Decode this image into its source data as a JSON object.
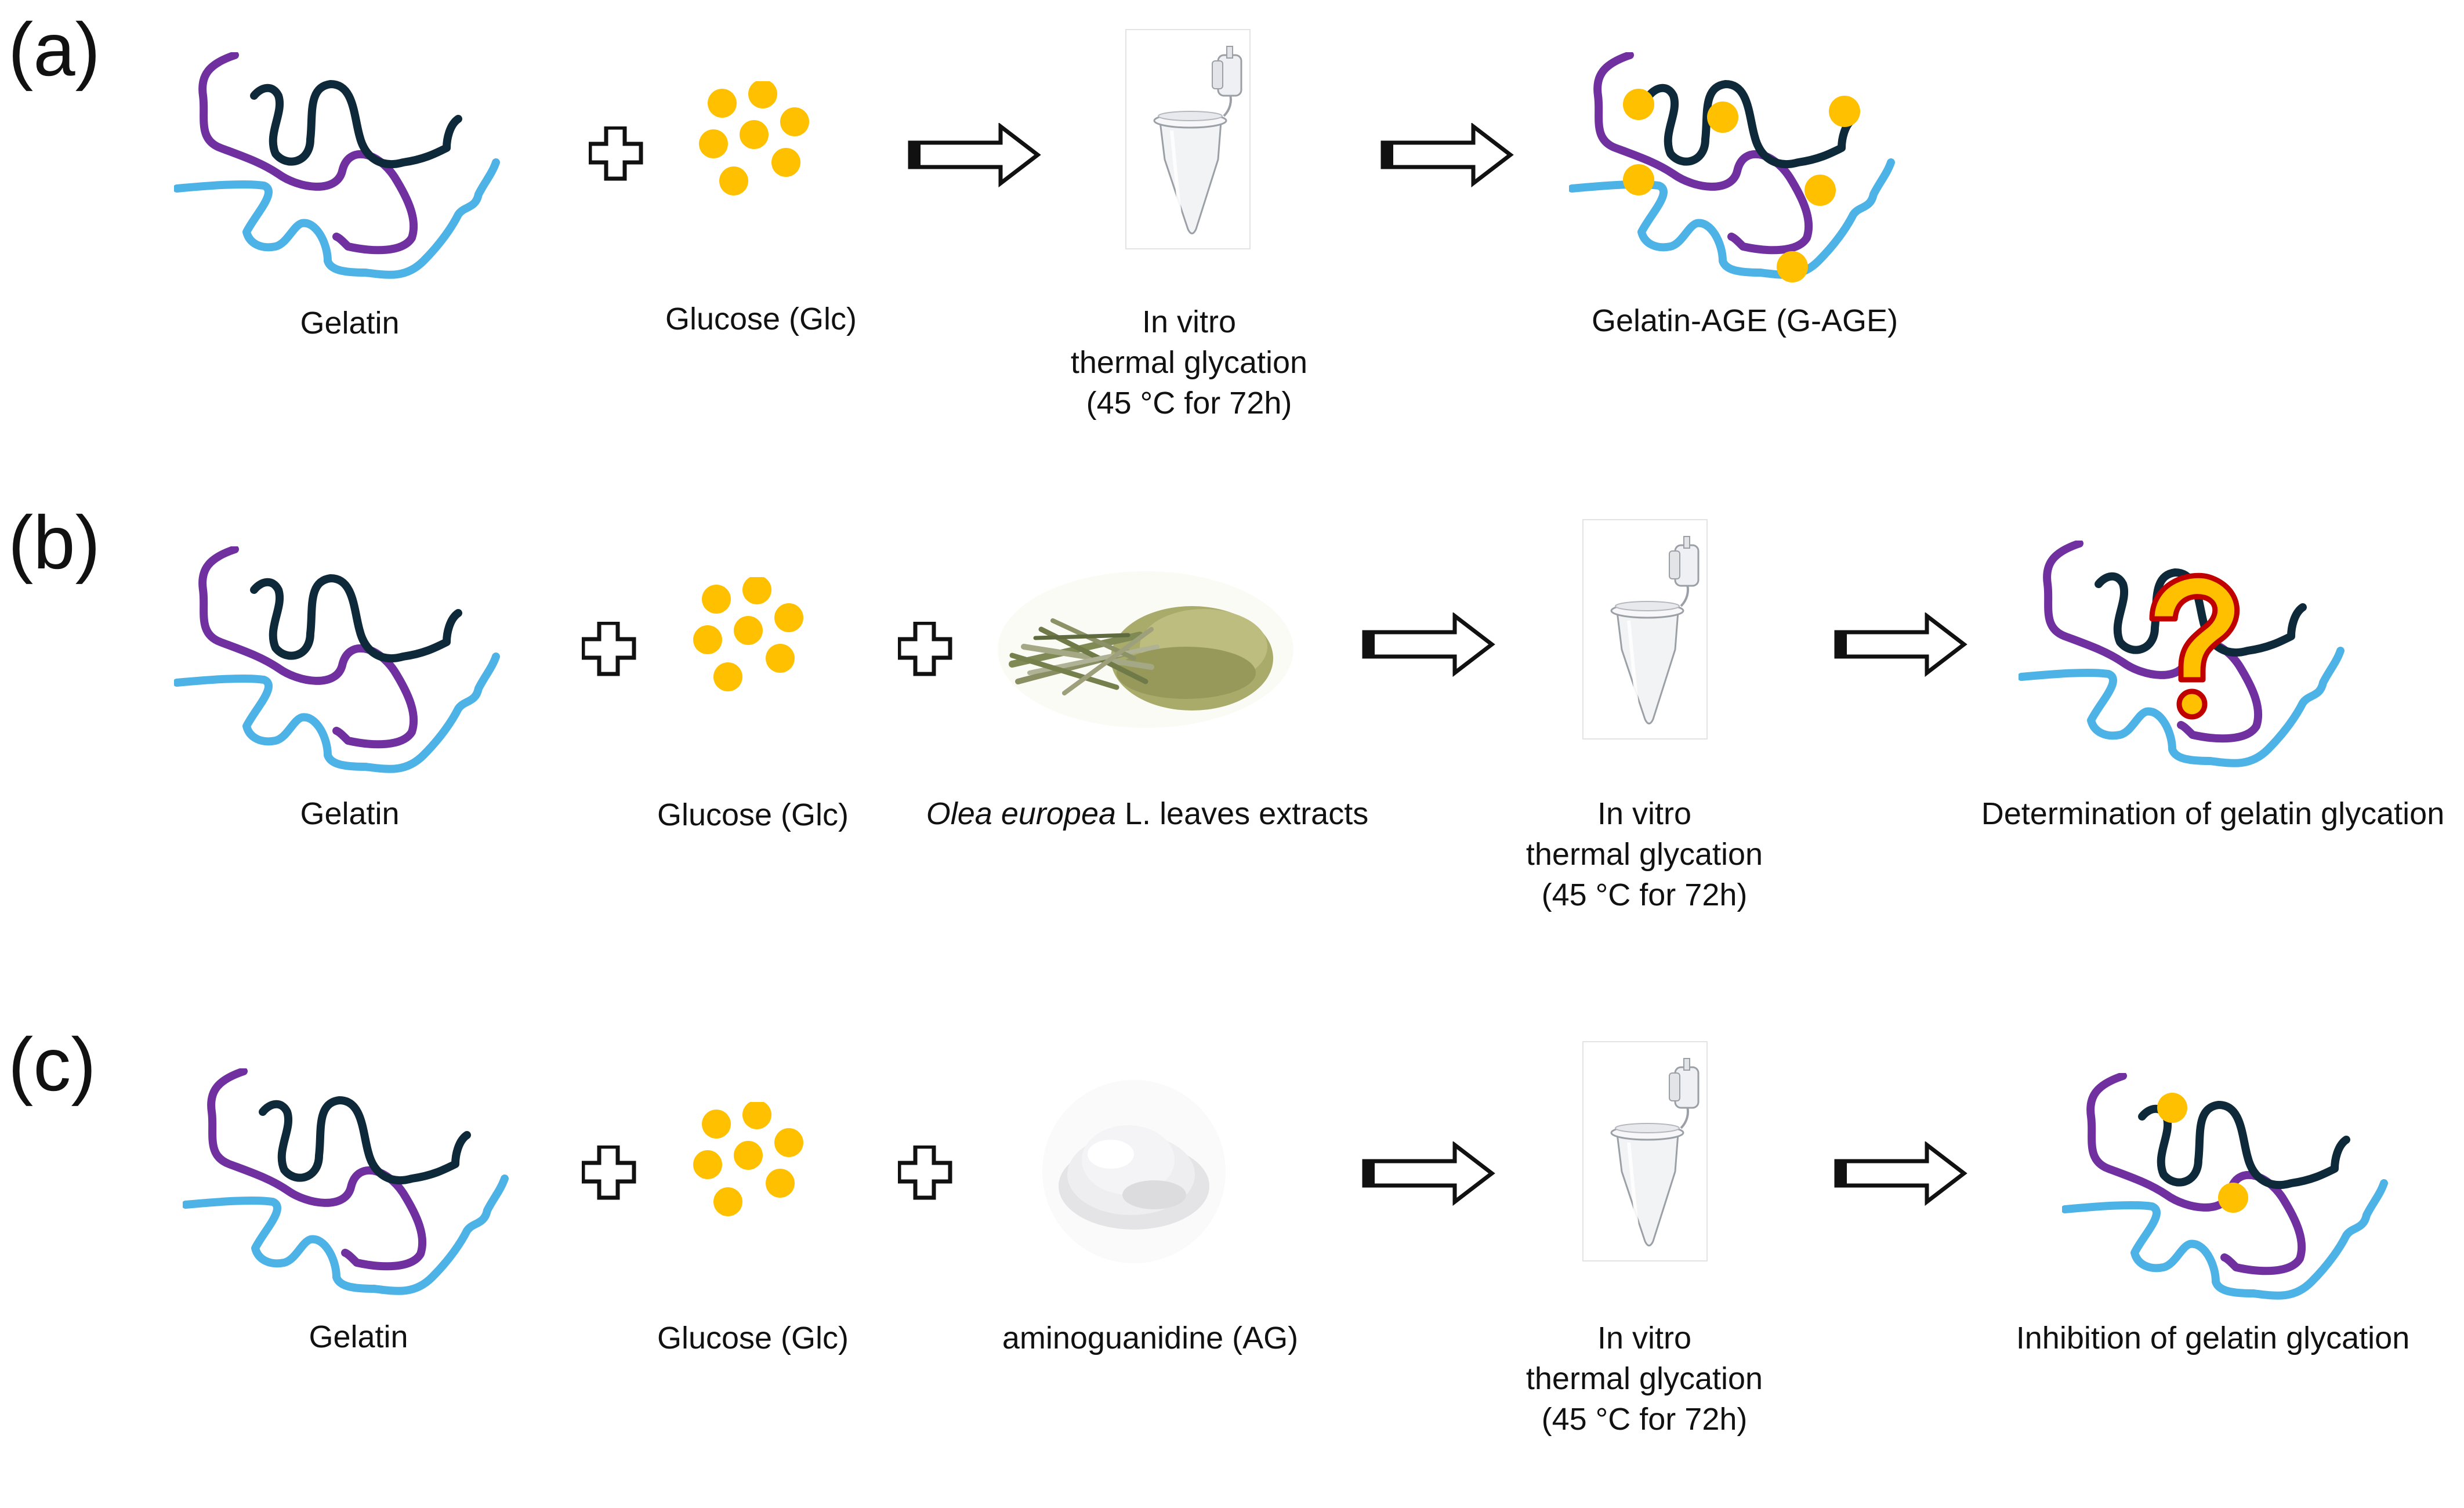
{
  "colors": {
    "strand_purple": "#7030A0",
    "strand_dark": "#0E2A3A",
    "strand_blue": "#4DB3E6",
    "glucose": "#FFC000",
    "question_fill": "#FFC000",
    "question_stroke": "#C00000"
  },
  "panels": [
    {
      "letter": "(a)",
      "gelatin_label": "Gelatin",
      "glucose_label": "Glucose (Glc)",
      "tube_label": [
        "In vitro",
        "thermal glycation",
        "(45 °C for 72h)"
      ],
      "result_label": "Gelatin-AGE (G-AGE)"
    },
    {
      "letter": "(b)",
      "gelatin_label": "Gelatin",
      "glucose_label": "Glucose (Glc)",
      "additive_label_italic": "Olea europea",
      "additive_label_rest": " L. leaves extracts",
      "tube_label": [
        "In vitro",
        "thermal glycation",
        "(45 °C for 72h)"
      ],
      "result_label": "Determination of gelatin glycation"
    },
    {
      "letter": "(c)",
      "gelatin_label": "Gelatin",
      "glucose_label": "Glucose (Glc)",
      "additive_label": "aminoguanidine (AG)",
      "tube_label": [
        "In vitro",
        "thermal glycation",
        "(45 °C for 72h)"
      ],
      "result_label": "Inhibition of gelatin glycation"
    }
  ],
  "icons": {
    "plus": "plus-icon",
    "arrow": "right-arrow-icon",
    "tube": "microcentrifuge-tube-icon",
    "question": "question-mark-icon",
    "olive_leaves": "olive-leaves-image",
    "powder": "white-powder-image"
  }
}
